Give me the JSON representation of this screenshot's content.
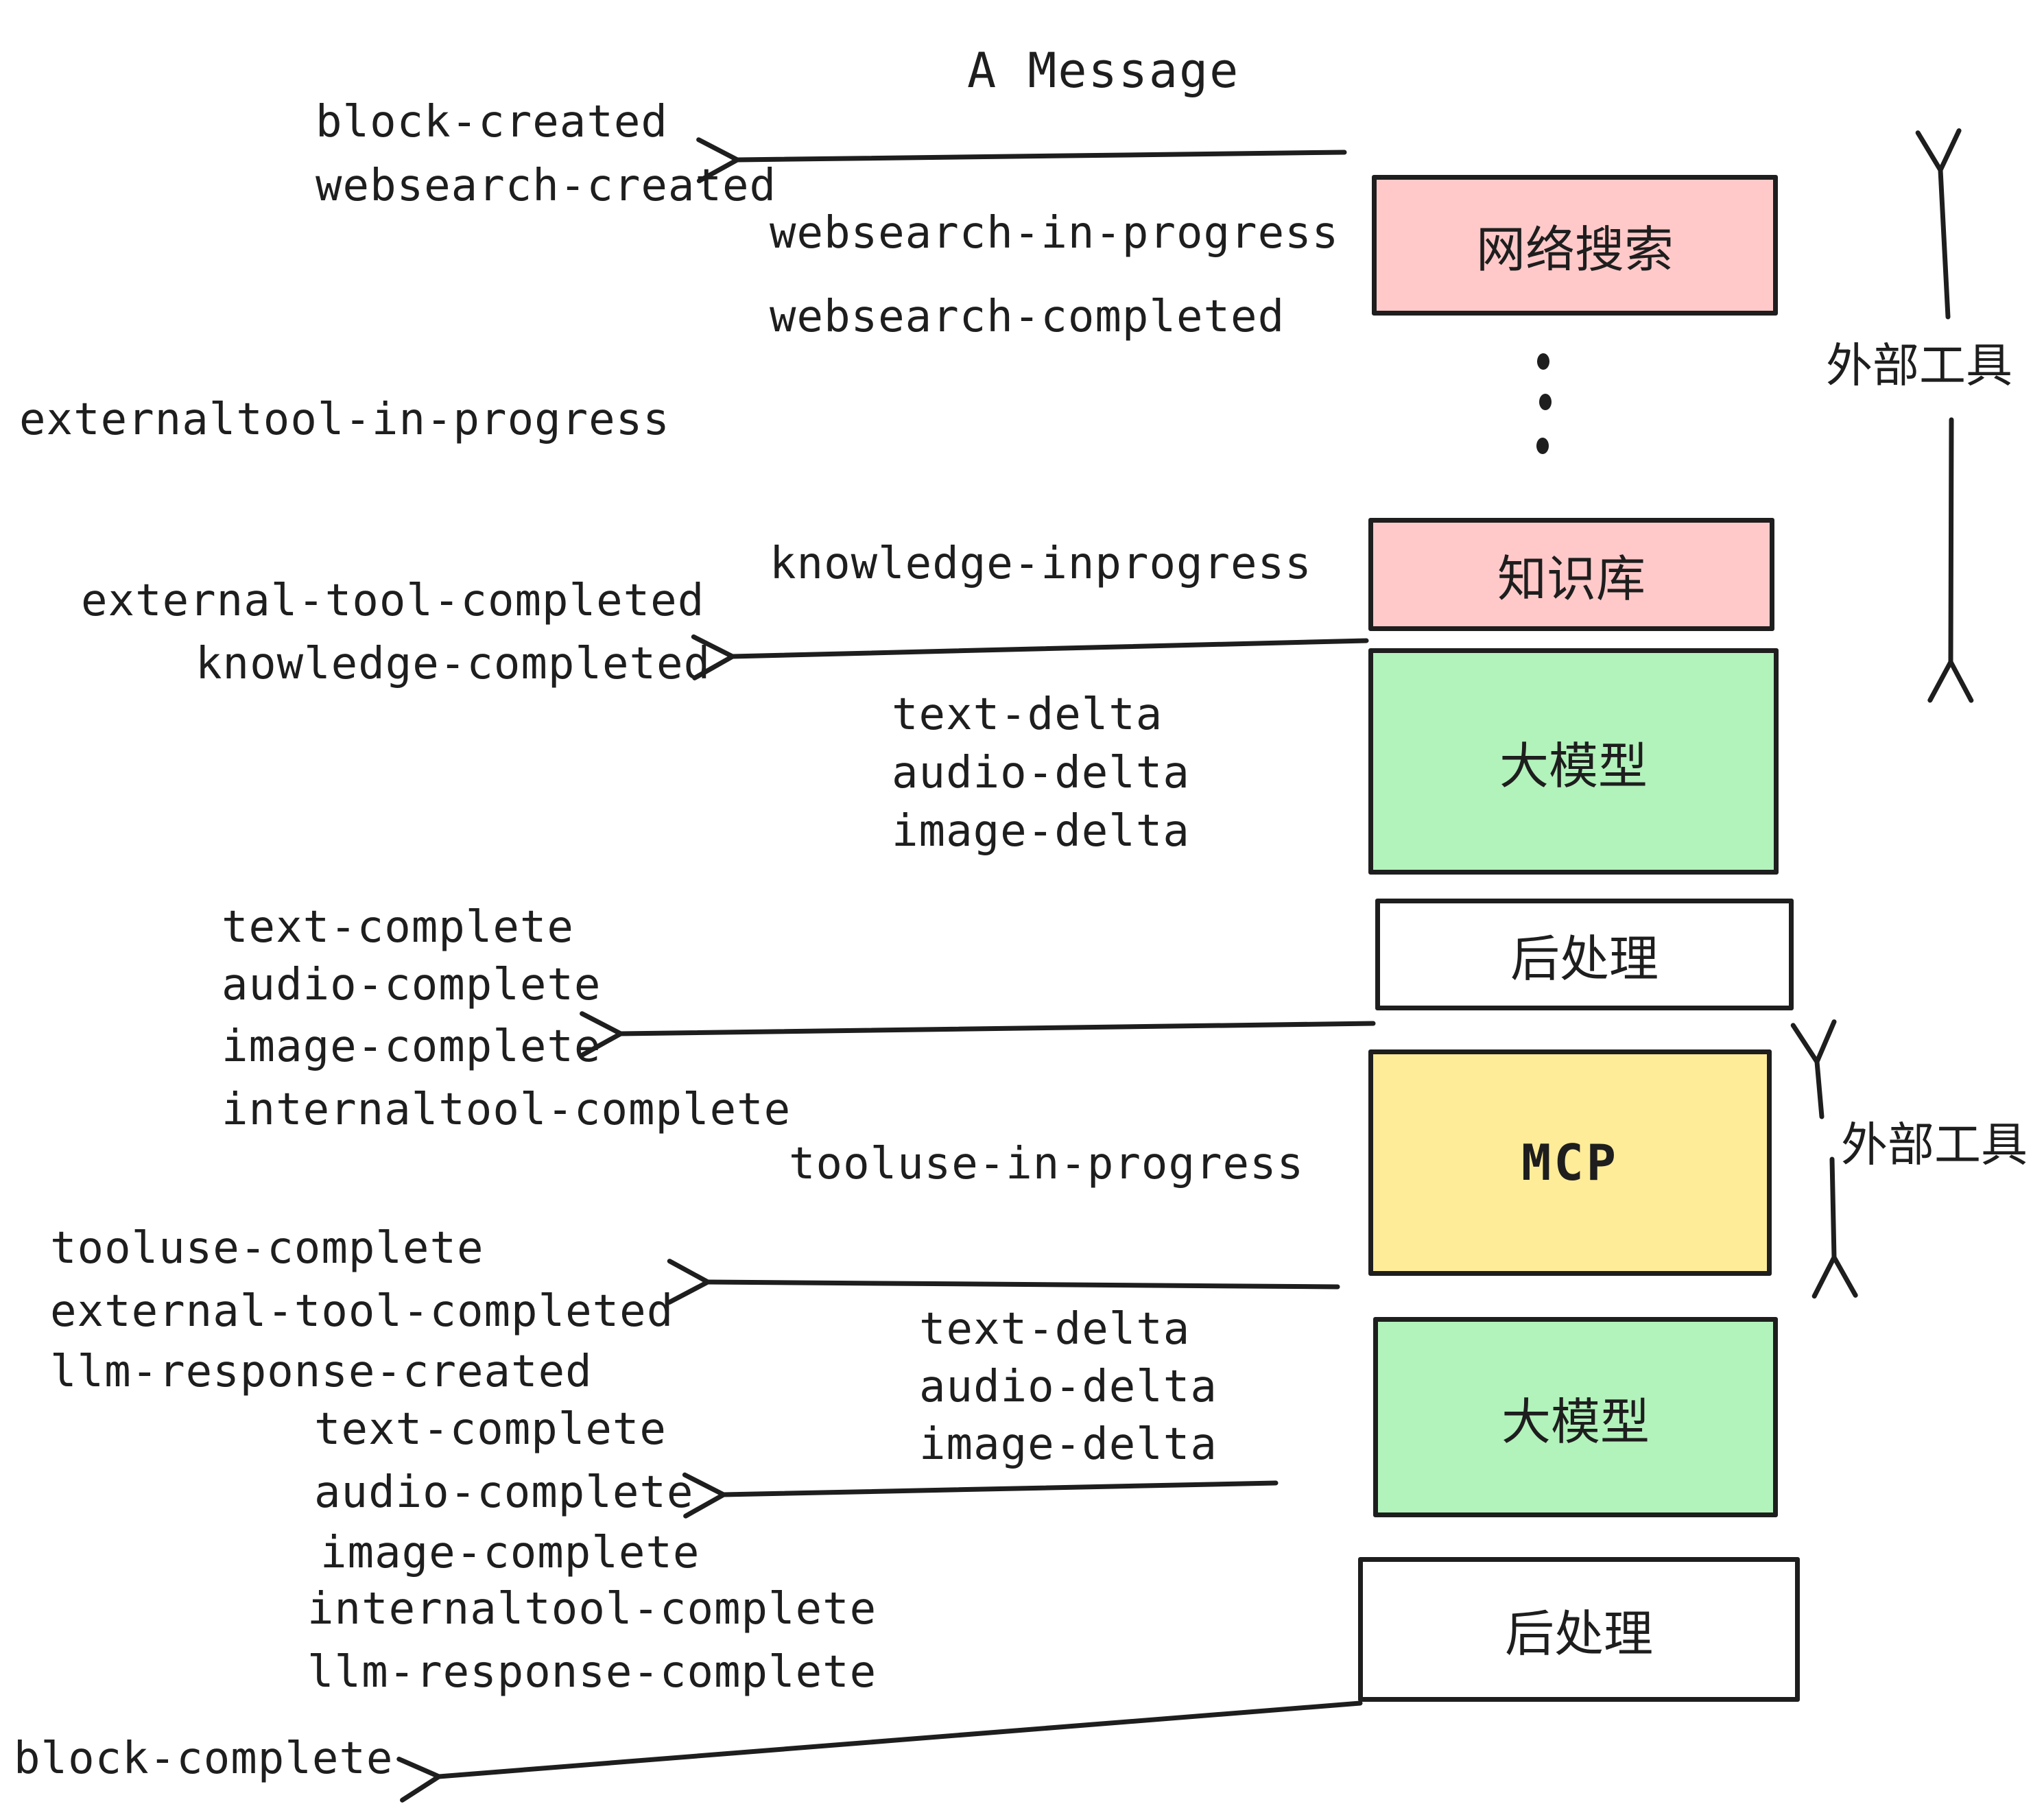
{
  "title": "A Message",
  "colors": {
    "background": "#ffffff",
    "stroke": "#1e1e1e",
    "box_pink": "#ffc9c9",
    "box_green": "#b2f2bb",
    "box_yellow": "#ffec99",
    "box_white": "#ffffff"
  },
  "boxes": [
    {
      "id": "websearch",
      "label": "网络搜索",
      "fill": "#ffc9c9"
    },
    {
      "id": "knowledge",
      "label": "知识库",
      "fill": "#ffc9c9"
    },
    {
      "id": "llm-1",
      "label": "大模型",
      "fill": "#b2f2bb"
    },
    {
      "id": "postprocess-1",
      "label": "后处理",
      "fill": "#ffffff"
    },
    {
      "id": "mcp",
      "label": "MCP",
      "fill": "#ffec99"
    },
    {
      "id": "llm-2",
      "label": "大模型",
      "fill": "#b2f2bb"
    },
    {
      "id": "postprocess-2",
      "label": "后处理",
      "fill": "#ffffff"
    }
  ],
  "side_labels": [
    {
      "text": "外部工具"
    },
    {
      "text": "外部工具"
    }
  ],
  "events": [
    {
      "text": "block-created"
    },
    {
      "text": "websearch-created"
    },
    {
      "text": "websearch-in-progress"
    },
    {
      "text": "websearch-completed"
    },
    {
      "text": "externaltool-in-progress"
    },
    {
      "text": "knowledge-inprogress"
    },
    {
      "text": "external-tool-completed"
    },
    {
      "text": "knowledge-completed"
    },
    {
      "text": "text-delta"
    },
    {
      "text": "audio-delta"
    },
    {
      "text": "image-delta"
    },
    {
      "text": "text-complete"
    },
    {
      "text": "audio-complete"
    },
    {
      "text": "image-complete"
    },
    {
      "text": "internaltool-complete"
    },
    {
      "text": "tooluse-in-progress"
    },
    {
      "text": "tooluse-complete"
    },
    {
      "text": "external-tool-completed"
    },
    {
      "text": "llm-response-created"
    },
    {
      "text": "text-complete"
    },
    {
      "text": "audio-complete"
    },
    {
      "text": "image-complete"
    },
    {
      "text": "internaltool-complete"
    },
    {
      "text": "llm-response-complete"
    },
    {
      "text": "text-delta"
    },
    {
      "text": "audio-delta"
    },
    {
      "text": "image-delta"
    },
    {
      "text": "block-complete"
    }
  ]
}
